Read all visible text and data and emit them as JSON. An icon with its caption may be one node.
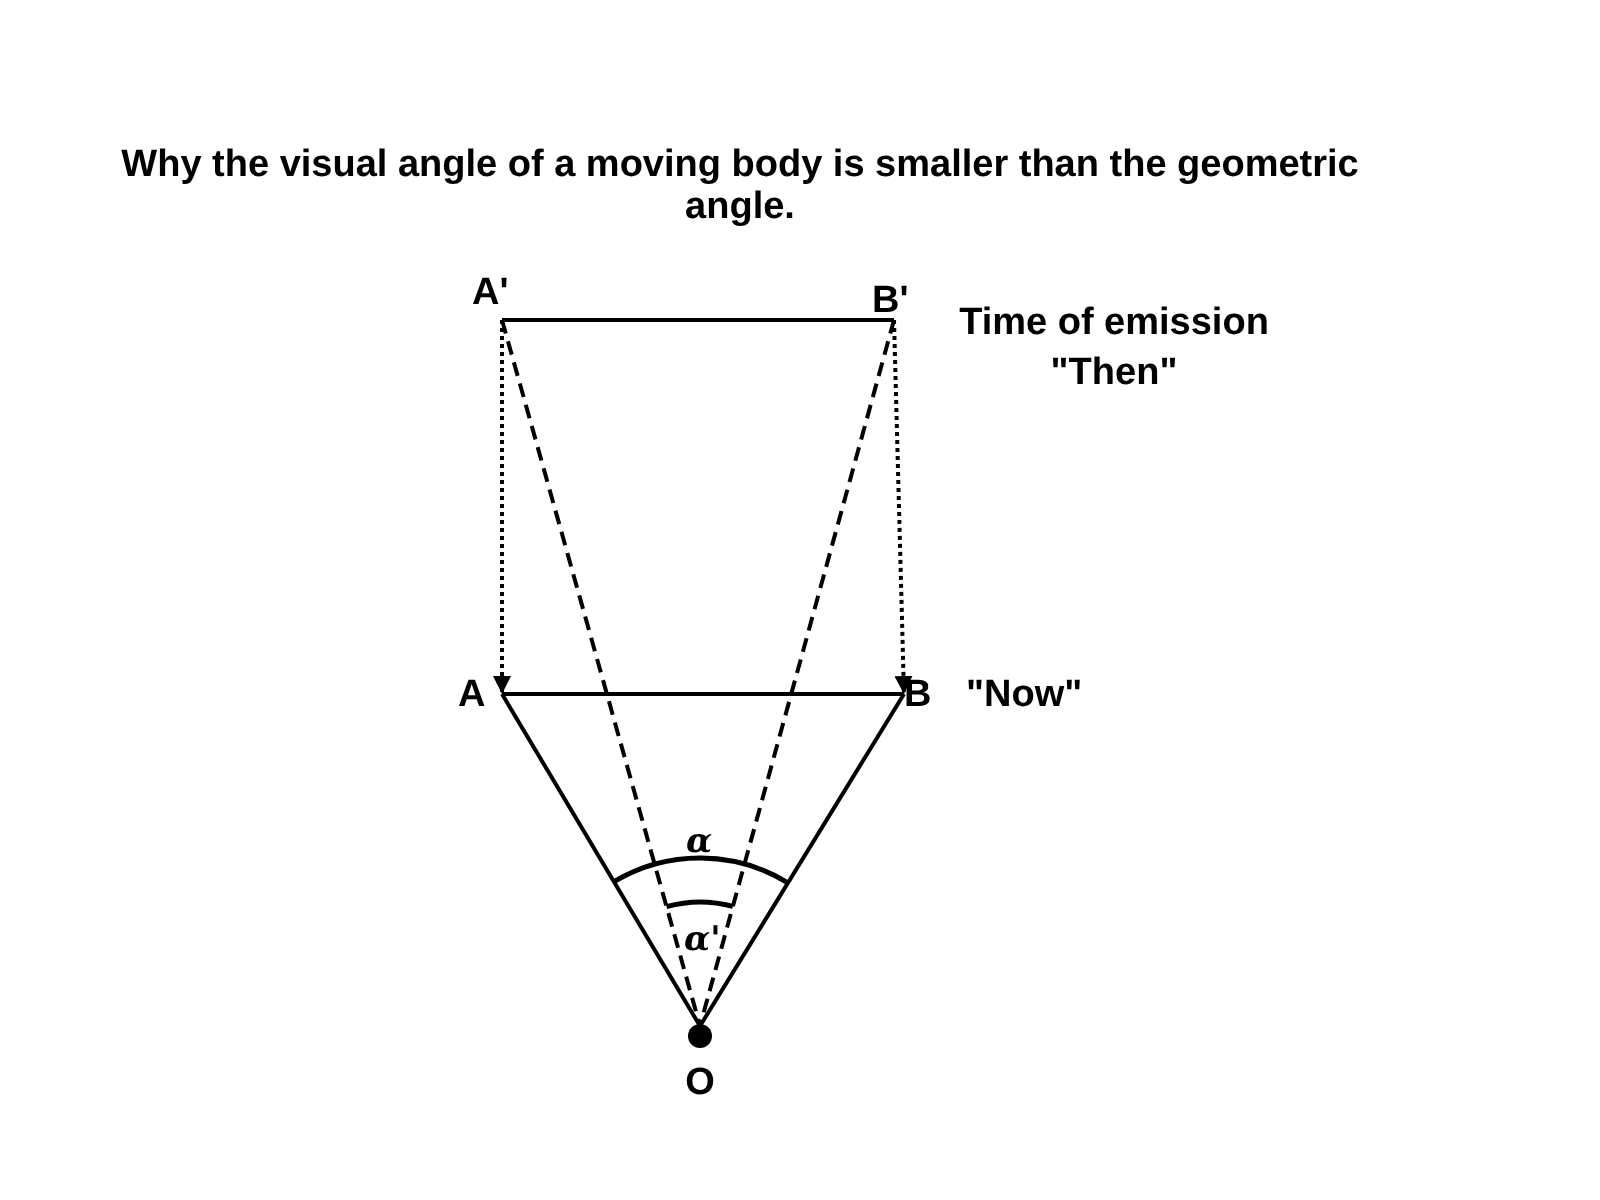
{
  "diagram": {
    "title": "Why the visual angle of a moving body is smaller than the geometric angle.",
    "nodes": [
      {
        "text": [
          "A'"
        ]
      },
      {
        "text": [
          "B'"
        ]
      },
      {
        "text": [
          "A"
        ]
      },
      {
        "text": [
          "B"
        ]
      },
      {
        "text": [
          "O"
        ]
      }
    ],
    "edges": [
      {
        "from": 0,
        "to": 1,
        "arrow": "none"
      },
      {
        "from": 0,
        "to": 2,
        "arrow": "to",
        "style": "dashed"
      },
      {
        "from": 1,
        "to": 3,
        "arrow": "to",
        "style": "dashed"
      },
      {
        "from": 2,
        "to": 3,
        "arrow": "none"
      },
      {
        "from": 0,
        "to": 4,
        "arrow": "none",
        "style": "dashed"
      },
      {
        "from": 1,
        "to": 4,
        "arrow": "none",
        "style": "dashed"
      },
      {
        "from": 2,
        "to": 4,
        "arrow": "none"
      },
      {
        "from": 3,
        "to": 4,
        "arrow": "none"
      }
    ],
    "labels": [
      "Time of emission \"Then\"",
      "\"Now\"",
      "α",
      "α'"
    ]
  }
}
